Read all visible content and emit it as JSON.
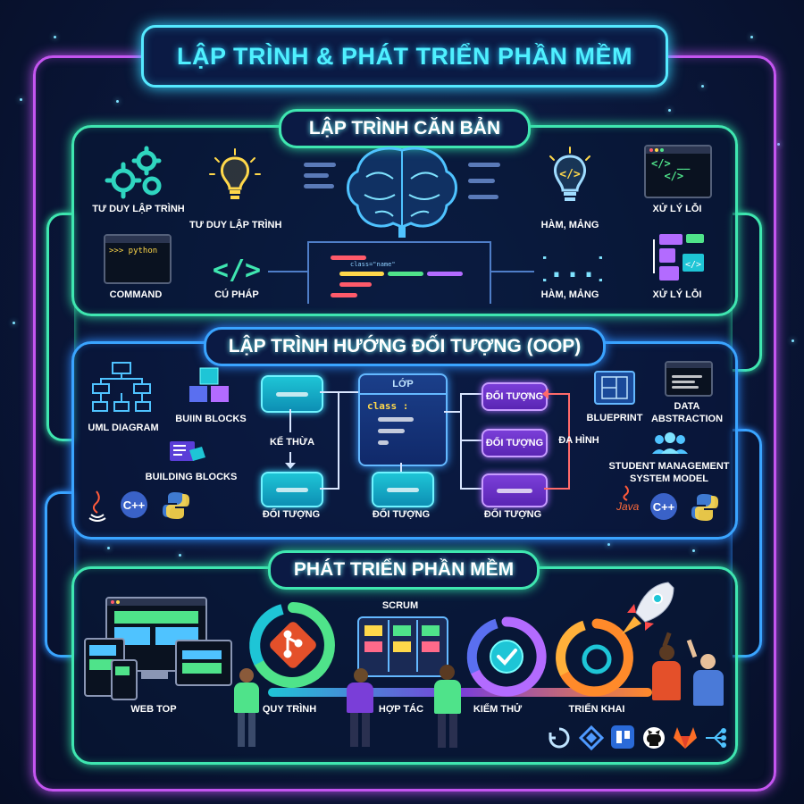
{
  "title": "LẬP TRÌNH & PHÁT TRIỂN PHẦN MỀM",
  "colors": {
    "outer_frame": "#c455f0",
    "green_section": "#3fe6b0",
    "blue_section": "#3aa4ff",
    "title_text": "#4ff0ff",
    "background": "#0a1638"
  },
  "section1": {
    "heading": "LẬP TRÌNH CĂN BẢN",
    "items": [
      {
        "label": "TƯ DUY LẬP TRÌNH",
        "icon": "gears-icon"
      },
      {
        "label": "TƯ DUY LẬP TRÌNH",
        "icon": "lightbulb-icon"
      },
      {
        "label": "HÀM, MẢNG",
        "icon": "code-bulb-icon"
      },
      {
        "label": "XỬ LÝ LỖI",
        "icon": "terminal-window-icon"
      },
      {
        "label": "COMMAND",
        "icon": "python-terminal-icon"
      },
      {
        "label": "CÚ PHÁP",
        "icon": "code-tag-icon"
      },
      {
        "label": "HÀM, MẢNG",
        "icon": "braces-icon"
      },
      {
        "label": "XỬ LÝ LỖI",
        "icon": "flow-blocks-icon"
      }
    ],
    "terminal_text": ">>> python",
    "code_snippet_attr": "class=\"name\"",
    "brain_icon": "brain-circuit-icon"
  },
  "section2": {
    "heading": "LẬP TRÌNH HƯỚNG ĐỐI TƯỢNG (OOP)",
    "left_items": [
      "UML DIAGRAM",
      "BUIIN BLOCKS",
      "BUILDING BLOCKS"
    ],
    "right_items": [
      "BLUEPRINT",
      "DATA ABSTRACTION",
      "STUDENT MANAGEMENT SYSTEM MODEL"
    ],
    "diagram": {
      "class_title": "LỚP",
      "class_code": "class :",
      "inherit": "KẾ THỪA",
      "polymorph": "ĐA HÌNH",
      "object": "ĐỐI TƯỢNG"
    },
    "languages_left": [
      "java-icon",
      "cpp-icon",
      "python-icon"
    ],
    "languages_right": [
      "Java",
      "cpp-icon",
      "python-icon"
    ]
  },
  "section3": {
    "heading": "PHÁT TRIỂN PHẦN MỀM",
    "labels": {
      "webtop": "WEB TOP",
      "process": "QUY TRÌNH",
      "scrum": "SCRUM",
      "collab": "HỢP TÁC",
      "test": "KIỂM THỬ",
      "deploy": "TRIỂN KHAI"
    },
    "tools": [
      "cycle-icon",
      "jira-icon",
      "trello-icon",
      "github-icon",
      "gitlab-icon",
      "pipeline-icon"
    ]
  }
}
